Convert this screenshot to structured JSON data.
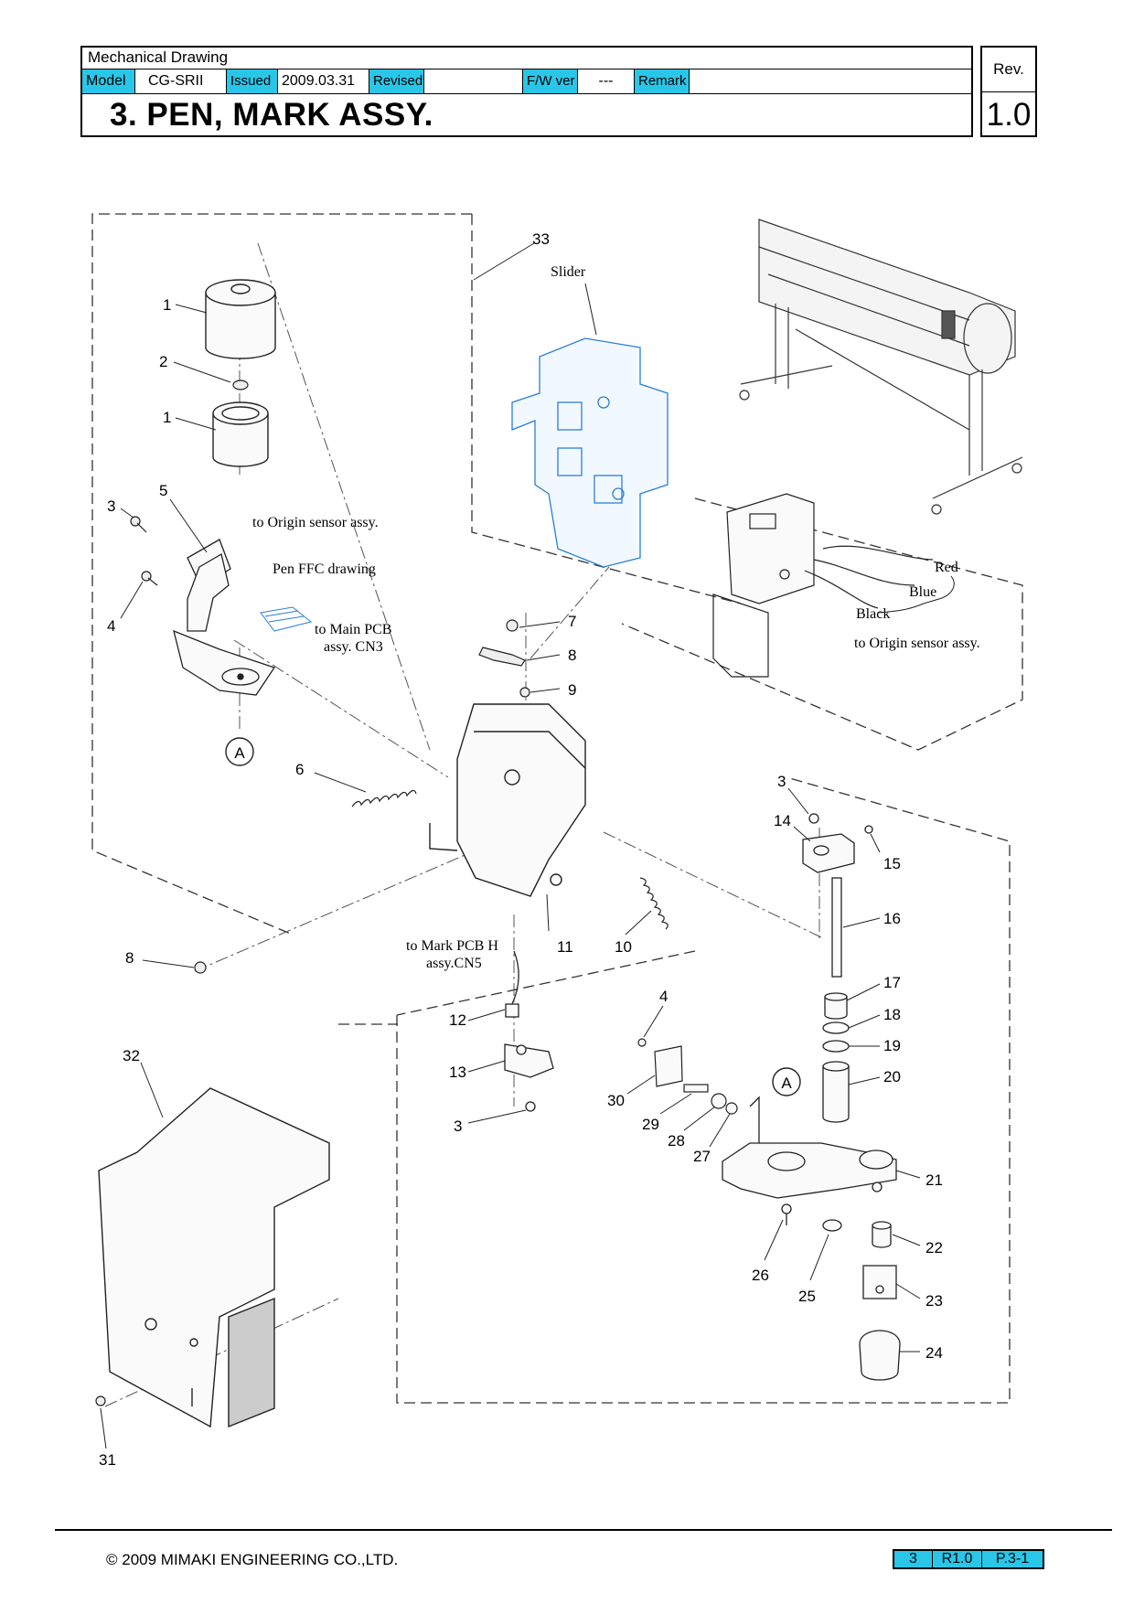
{
  "header": {
    "doc_type": "Mechanical Drawing",
    "model_label": "Model",
    "model_value": "CG-SRII",
    "issued_label": "Issued",
    "issued_value": "2009.03.31",
    "revised_label": "Revised",
    "revised_value": "",
    "fw_label": "F/W ver",
    "fw_value": "---",
    "remark_label": "Remark",
    "remark_value": "",
    "title": "3. PEN, MARK ASSY.",
    "rev_label": "Rev.",
    "rev_value": "1.0"
  },
  "notes": {
    "slider": "Slider",
    "origin_sensor_top": "to Origin sensor assy.",
    "pen_ffc": "Pen FFC drawing",
    "main_pcb_1": "to Main PCB",
    "main_pcb_2": "assy. CN3",
    "red": "Red",
    "blue": "Blue",
    "black": "Black",
    "origin_sensor_right": "to Origin sensor assy.",
    "mark_pcb_1": "to Mark PCB H",
    "mark_pcb_2": "assy.CN5",
    "ref_a": "A"
  },
  "callouts": [
    "1",
    "2",
    "1",
    "5",
    "3",
    "4",
    "33",
    "7",
    "8",
    "9",
    "6",
    "11",
    "10",
    "8",
    "3",
    "14",
    "15",
    "16",
    "17",
    "18",
    "19",
    "20",
    "12",
    "13",
    "3",
    "4",
    "30",
    "29",
    "28",
    "27",
    "21",
    "22",
    "23",
    "24",
    "26",
    "25",
    "32",
    "31"
  ],
  "footer": {
    "copyright": "© 2009 MIMAKI ENGINEERING CO.,LTD.",
    "page_num": "3",
    "revision": "R1.0",
    "page_code": "P.3-1"
  },
  "colors": {
    "highlight": "#29c6e8",
    "slider_blue": "#2a7fd4"
  }
}
